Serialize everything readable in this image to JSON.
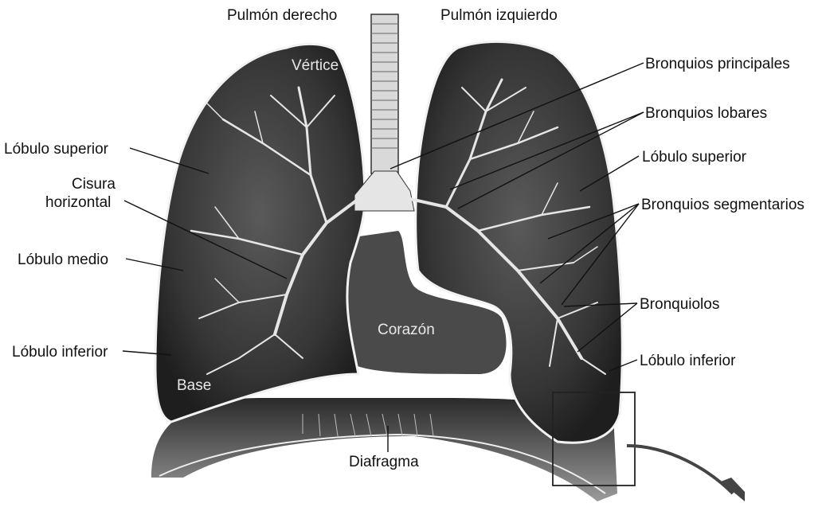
{
  "diagram": {
    "labels": {
      "right_lung": "Pulmón derecho",
      "left_lung": "Pulmón izquierdo",
      "apex": "Vértice",
      "base": "Base",
      "heart": "Corazón",
      "diaphragm": "Diafragma",
      "right_upper_lobe": "Lóbulo superior",
      "horizontal_fissure_1": "Cisura",
      "horizontal_fissure_2": "horizontal",
      "middle_lobe": "Lóbulo medio",
      "right_lower_lobe": "Lóbulo inferior",
      "main_bronchi": "Bronquios principales",
      "lobar_bronchi": "Bronquios lobares",
      "left_upper_lobe": "Lóbulo superior",
      "segmental_bronchi": "Bronquios segmentarios",
      "bronchioles": "Bronquiolos",
      "left_lower_lobe": "Lóbulo inferior"
    },
    "colors": {
      "lung_tissue": "#3a3a3a",
      "pleura_outline": "#f2f2f2",
      "bronchi": "#e6e6e6",
      "background": "#ffffff"
    }
  }
}
